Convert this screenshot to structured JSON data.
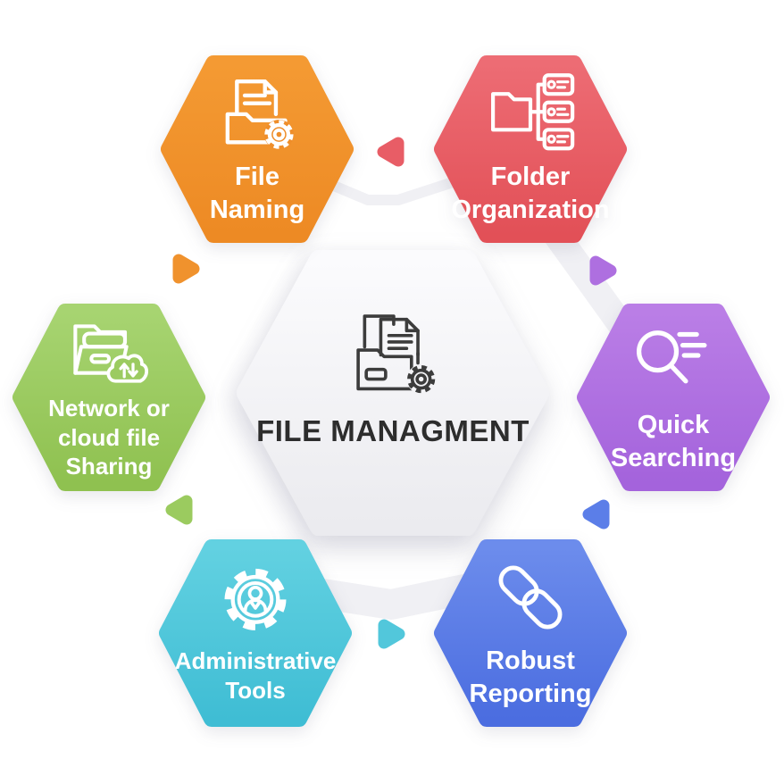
{
  "diagram": {
    "title": "FILE MANAGMENT",
    "type": "hexagon infographic",
    "center_icon": "folder-documents-gear-icon"
  },
  "nodes": [
    {
      "id": "file-naming",
      "label_lines": [
        "File",
        "Naming"
      ],
      "color": "#F0922D",
      "icon": "document-folder-gear-icon",
      "position": "top-left"
    },
    {
      "id": "folder-organization",
      "label_lines": [
        "Folder",
        "Organization"
      ],
      "color": "#E85D66",
      "icon": "folder-tree-icon",
      "position": "top-right"
    },
    {
      "id": "network-cloud-sharing",
      "label_lines": [
        "Network or",
        "cloud file",
        "Sharing"
      ],
      "color": "#9BCB5F",
      "icon": "folder-cloud-sync-icon",
      "position": "middle-left"
    },
    {
      "id": "quick-searching",
      "label_lines": [
        "Quick",
        "Searching"
      ],
      "color": "#AE6FE0",
      "icon": "search-results-icon",
      "position": "middle-right"
    },
    {
      "id": "administrative-tools",
      "label_lines": [
        "Administrative",
        "Tools"
      ],
      "color": "#52C7DB",
      "icon": "gear-user-icon",
      "position": "bottom-left"
    },
    {
      "id": "robust-reporting",
      "label_lines": [
        "Robust",
        "Reporting"
      ],
      "color": "#5B7EE8",
      "icon": "chain-link-icon",
      "position": "bottom-right"
    }
  ],
  "markers": [
    {
      "id": "marker-top",
      "direction": "left",
      "color": "#E85D66"
    },
    {
      "id": "marker-upper-left",
      "direction": "right",
      "color": "#F0922D"
    },
    {
      "id": "marker-upper-right",
      "direction": "right",
      "color": "#AE6FE0"
    },
    {
      "id": "marker-lower-left",
      "direction": "left",
      "color": "#9BCB5F"
    },
    {
      "id": "marker-lower-right",
      "direction": "left",
      "color": "#5B7EE8"
    },
    {
      "id": "marker-bottom",
      "direction": "right",
      "color": "#52C7DB"
    }
  ],
  "colors": {
    "orange": "#F0922D",
    "coral_red": "#E85D66",
    "green": "#9BCB5F",
    "purple": "#AE6FE0",
    "teal": "#52C7DB",
    "blue": "#5B7EE8",
    "center_hexagon": "#F4F4F7",
    "connector_gray": "#F0F0F4",
    "center_text": "#2D2D2D",
    "icon_stroke": "#FFFFFF",
    "center_icon_stroke": "#3C3C3C"
  }
}
